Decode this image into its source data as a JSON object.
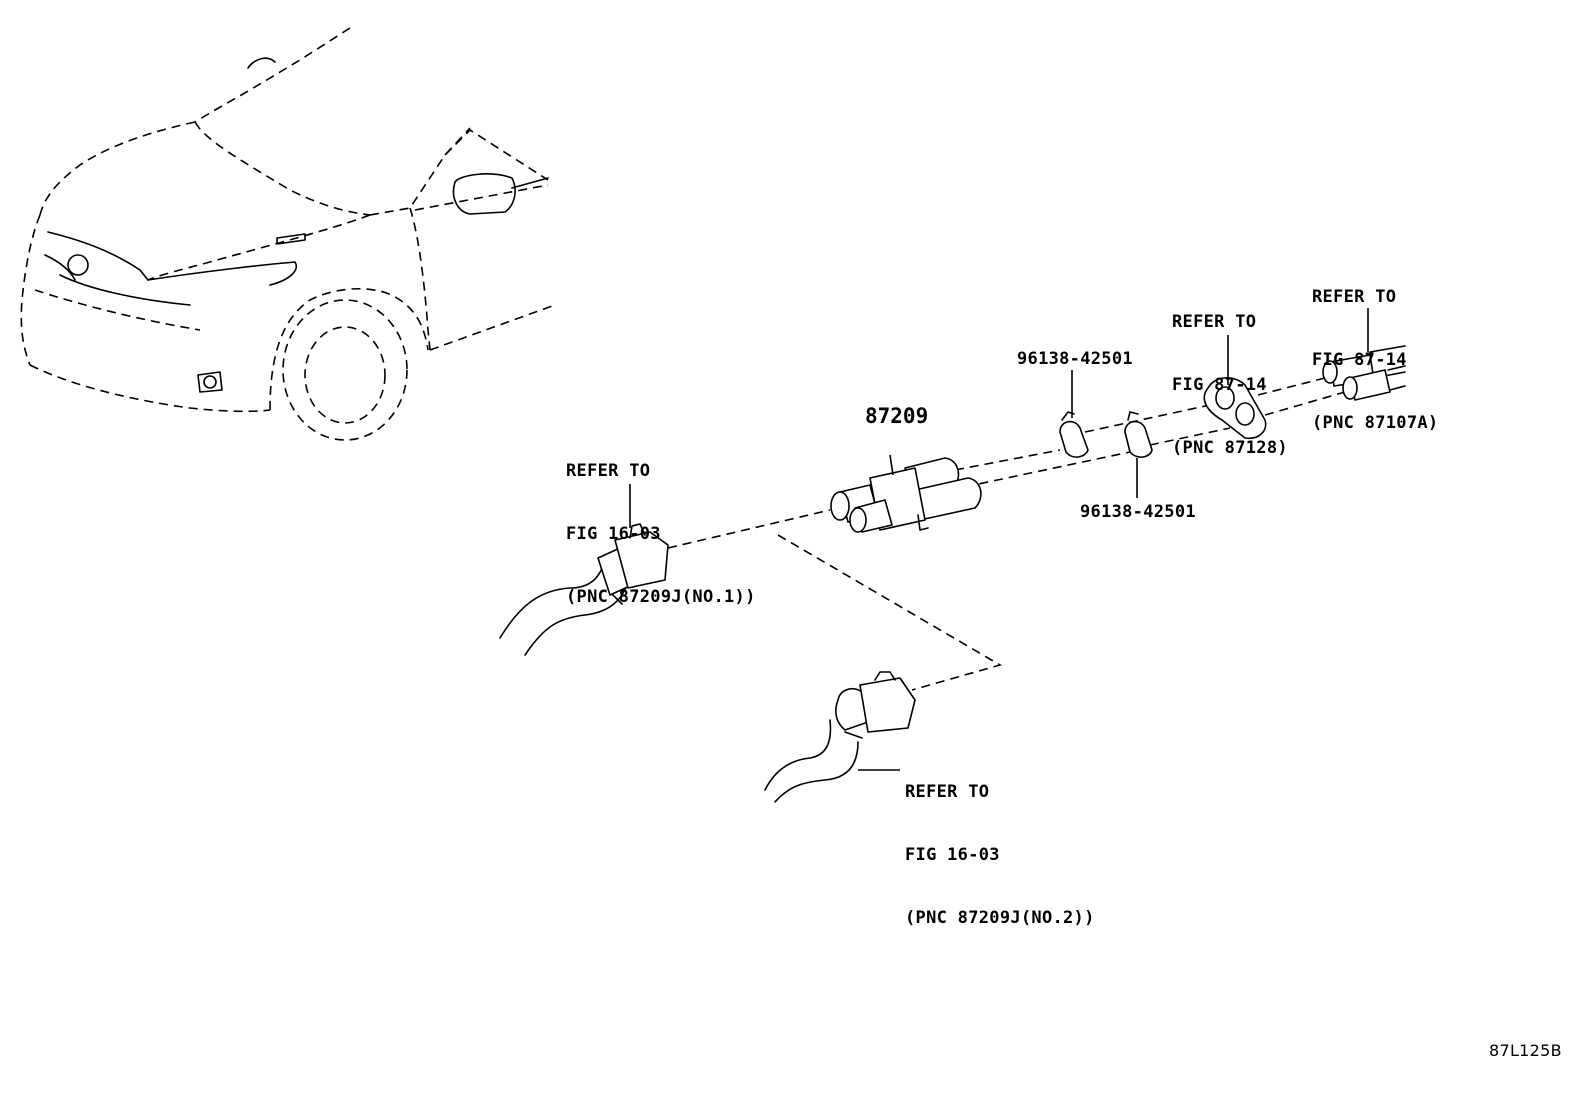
{
  "labels": {
    "refer_1603_no1": {
      "line1": "REFER TO",
      "line2": "FIG 16-03",
      "line3": "(PNC 87209J(NO.1))"
    },
    "refer_1603_no2": {
      "line1": "REFER TO",
      "line2": "FIG 16-03",
      "line3": "(PNC 87209J(NO.2))"
    },
    "refer_8714_87128": {
      "line1": "REFER TO",
      "line2": "FIG 87-14",
      "line3": "(PNC 87128)"
    },
    "refer_8714_87107a": {
      "line1": "REFER TO",
      "line2": "FIG 87-14",
      "line3": "(PNC 87107A)"
    },
    "part_87209": "87209",
    "clip_top": "96138-42501",
    "clip_bottom": "96138-42501",
    "figure_code": "87L125B"
  },
  "icons": {
    "vehicle": "vehicle-front-outline",
    "hose_no1": "heater-hose-outline",
    "hose_no2": "heater-hose-outline",
    "valve": "water-valve-outline",
    "clip": "hose-clip-outline",
    "grommet": "grommet-outline",
    "pipes": "heater-pipe-outline"
  }
}
